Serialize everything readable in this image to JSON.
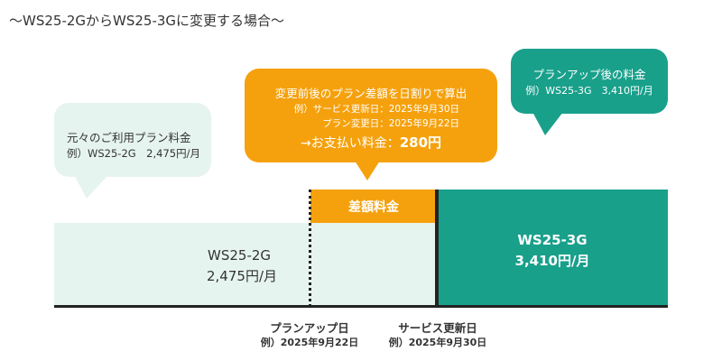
{
  "title": "～WS25-2GからWS25-3Gに変更する場合～",
  "colors": {
    "mint": "#e6f4f0",
    "orange": "#f5a10d",
    "teal": "#19a08b",
    "line": "#222222"
  },
  "bubble_original": {
    "line1": "元々のご利用プラン料金",
    "line2": "例）WS25-2G　2,475円/月"
  },
  "bubble_prorated": {
    "line1": "変更前後のプラン差額を日割りで算出",
    "line2": "例）サービス更新日：2025年9月30日",
    "line3": "プラン変更日：2025年9月22日",
    "line4_prefix": "→お支払い料金：",
    "line4_amount": "280円"
  },
  "bubble_new": {
    "line1": "プランアップ後の料金",
    "line2": "例）WS25-3G　3,410円/月"
  },
  "bar_old": {
    "name": "WS25-2G",
    "price": "2,475円/月"
  },
  "bar_diff": {
    "label": "差額料金"
  },
  "bar_new": {
    "name": "WS25-3G",
    "price": "3,410円/月"
  },
  "marker_planup": {
    "title": "プランアップ日",
    "date": "例）2025年9月22日"
  },
  "marker_renewal": {
    "title": "サービス更新日",
    "date": "例）2025年9月30日"
  }
}
